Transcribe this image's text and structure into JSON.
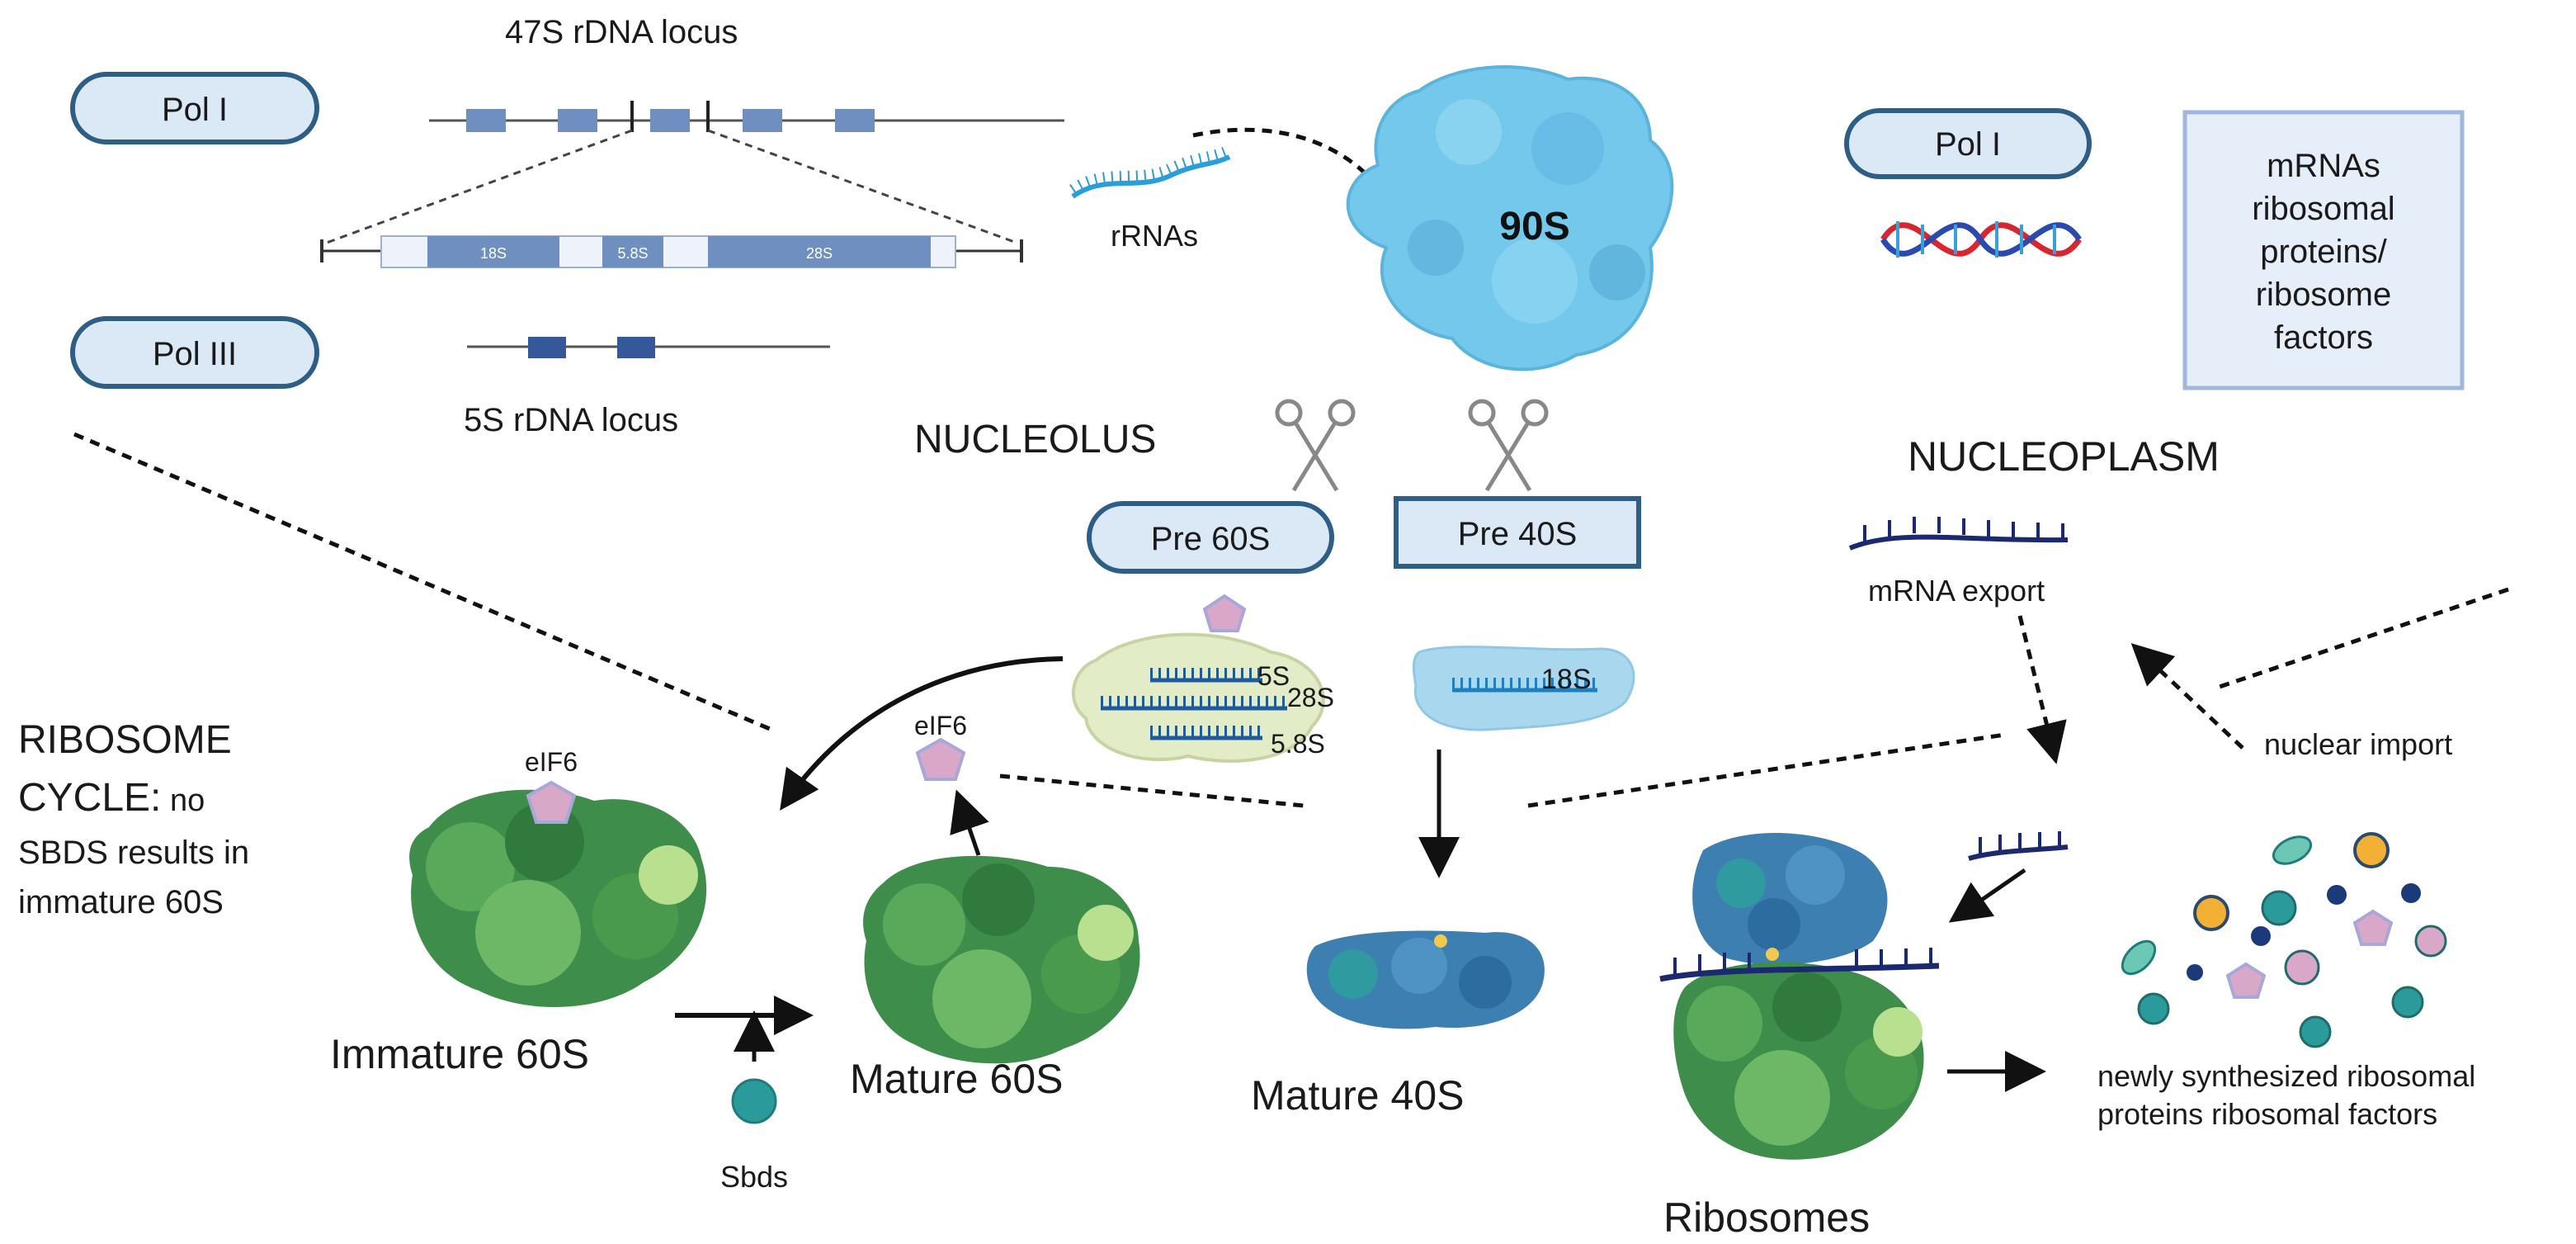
{
  "labels": {
    "rdna47": "47S rDNA locus",
    "rdna5": "5S rDNA locus",
    "pol1_left": "Pol I",
    "pol3": "Pol III",
    "pol1_right": "Pol I",
    "s18": "18S",
    "s58": "5.8S",
    "s28": "28S",
    "rrnas": "rRNAs",
    "s90": "90S",
    "nucleolus": "NUCLEOLUS",
    "nucleoplasm": "NUCLEOPLASM",
    "box_line1": "mRNAs",
    "box_line2": "ribosomal",
    "box_line3": "proteins/",
    "box_line4": "ribosome",
    "box_line5": "factors",
    "pre60": "Pre 60S",
    "pre40": "Pre 40S",
    "p60_5s": "5S",
    "p60_28s": "28S",
    "p60_58s": "5.8S",
    "p40_18s": "18S",
    "mrna_export": "mRNA export",
    "nuclear_import": "nuclear import",
    "cycle_line1": "RIBOSOME",
    "cycle_line2a": "CYCLE:",
    "cycle_line2b": " no",
    "cycle_line3": "SBDS results in",
    "cycle_line4": "immature 60S",
    "eif6_left": "eIF6",
    "eif6_right": "eIF6",
    "immature60": "Immature 60S",
    "mature60": "Mature 60S",
    "sbds": "Sbds",
    "mature40": "Mature 40S",
    "ribosomes": "Ribosomes",
    "newly_line1": "newly synthesized ribosomal",
    "newly_line2": "proteins ribosomal factors"
  },
  "colors": {
    "pill_fill": "#dbe9f7",
    "pill_stroke": "#2d5e86",
    "rdna_block": "#6e8fbf",
    "rdna_block_dark": "#34589a",
    "cloud_blue": "#74c8ec",
    "green_dark": "#3f8d4a",
    "green_light": "#8cc978",
    "eif6_pink": "#d9a7c7",
    "teal": "#2a9a9a",
    "navy": "#1b2a6e",
    "orange": "#f2b134"
  }
}
